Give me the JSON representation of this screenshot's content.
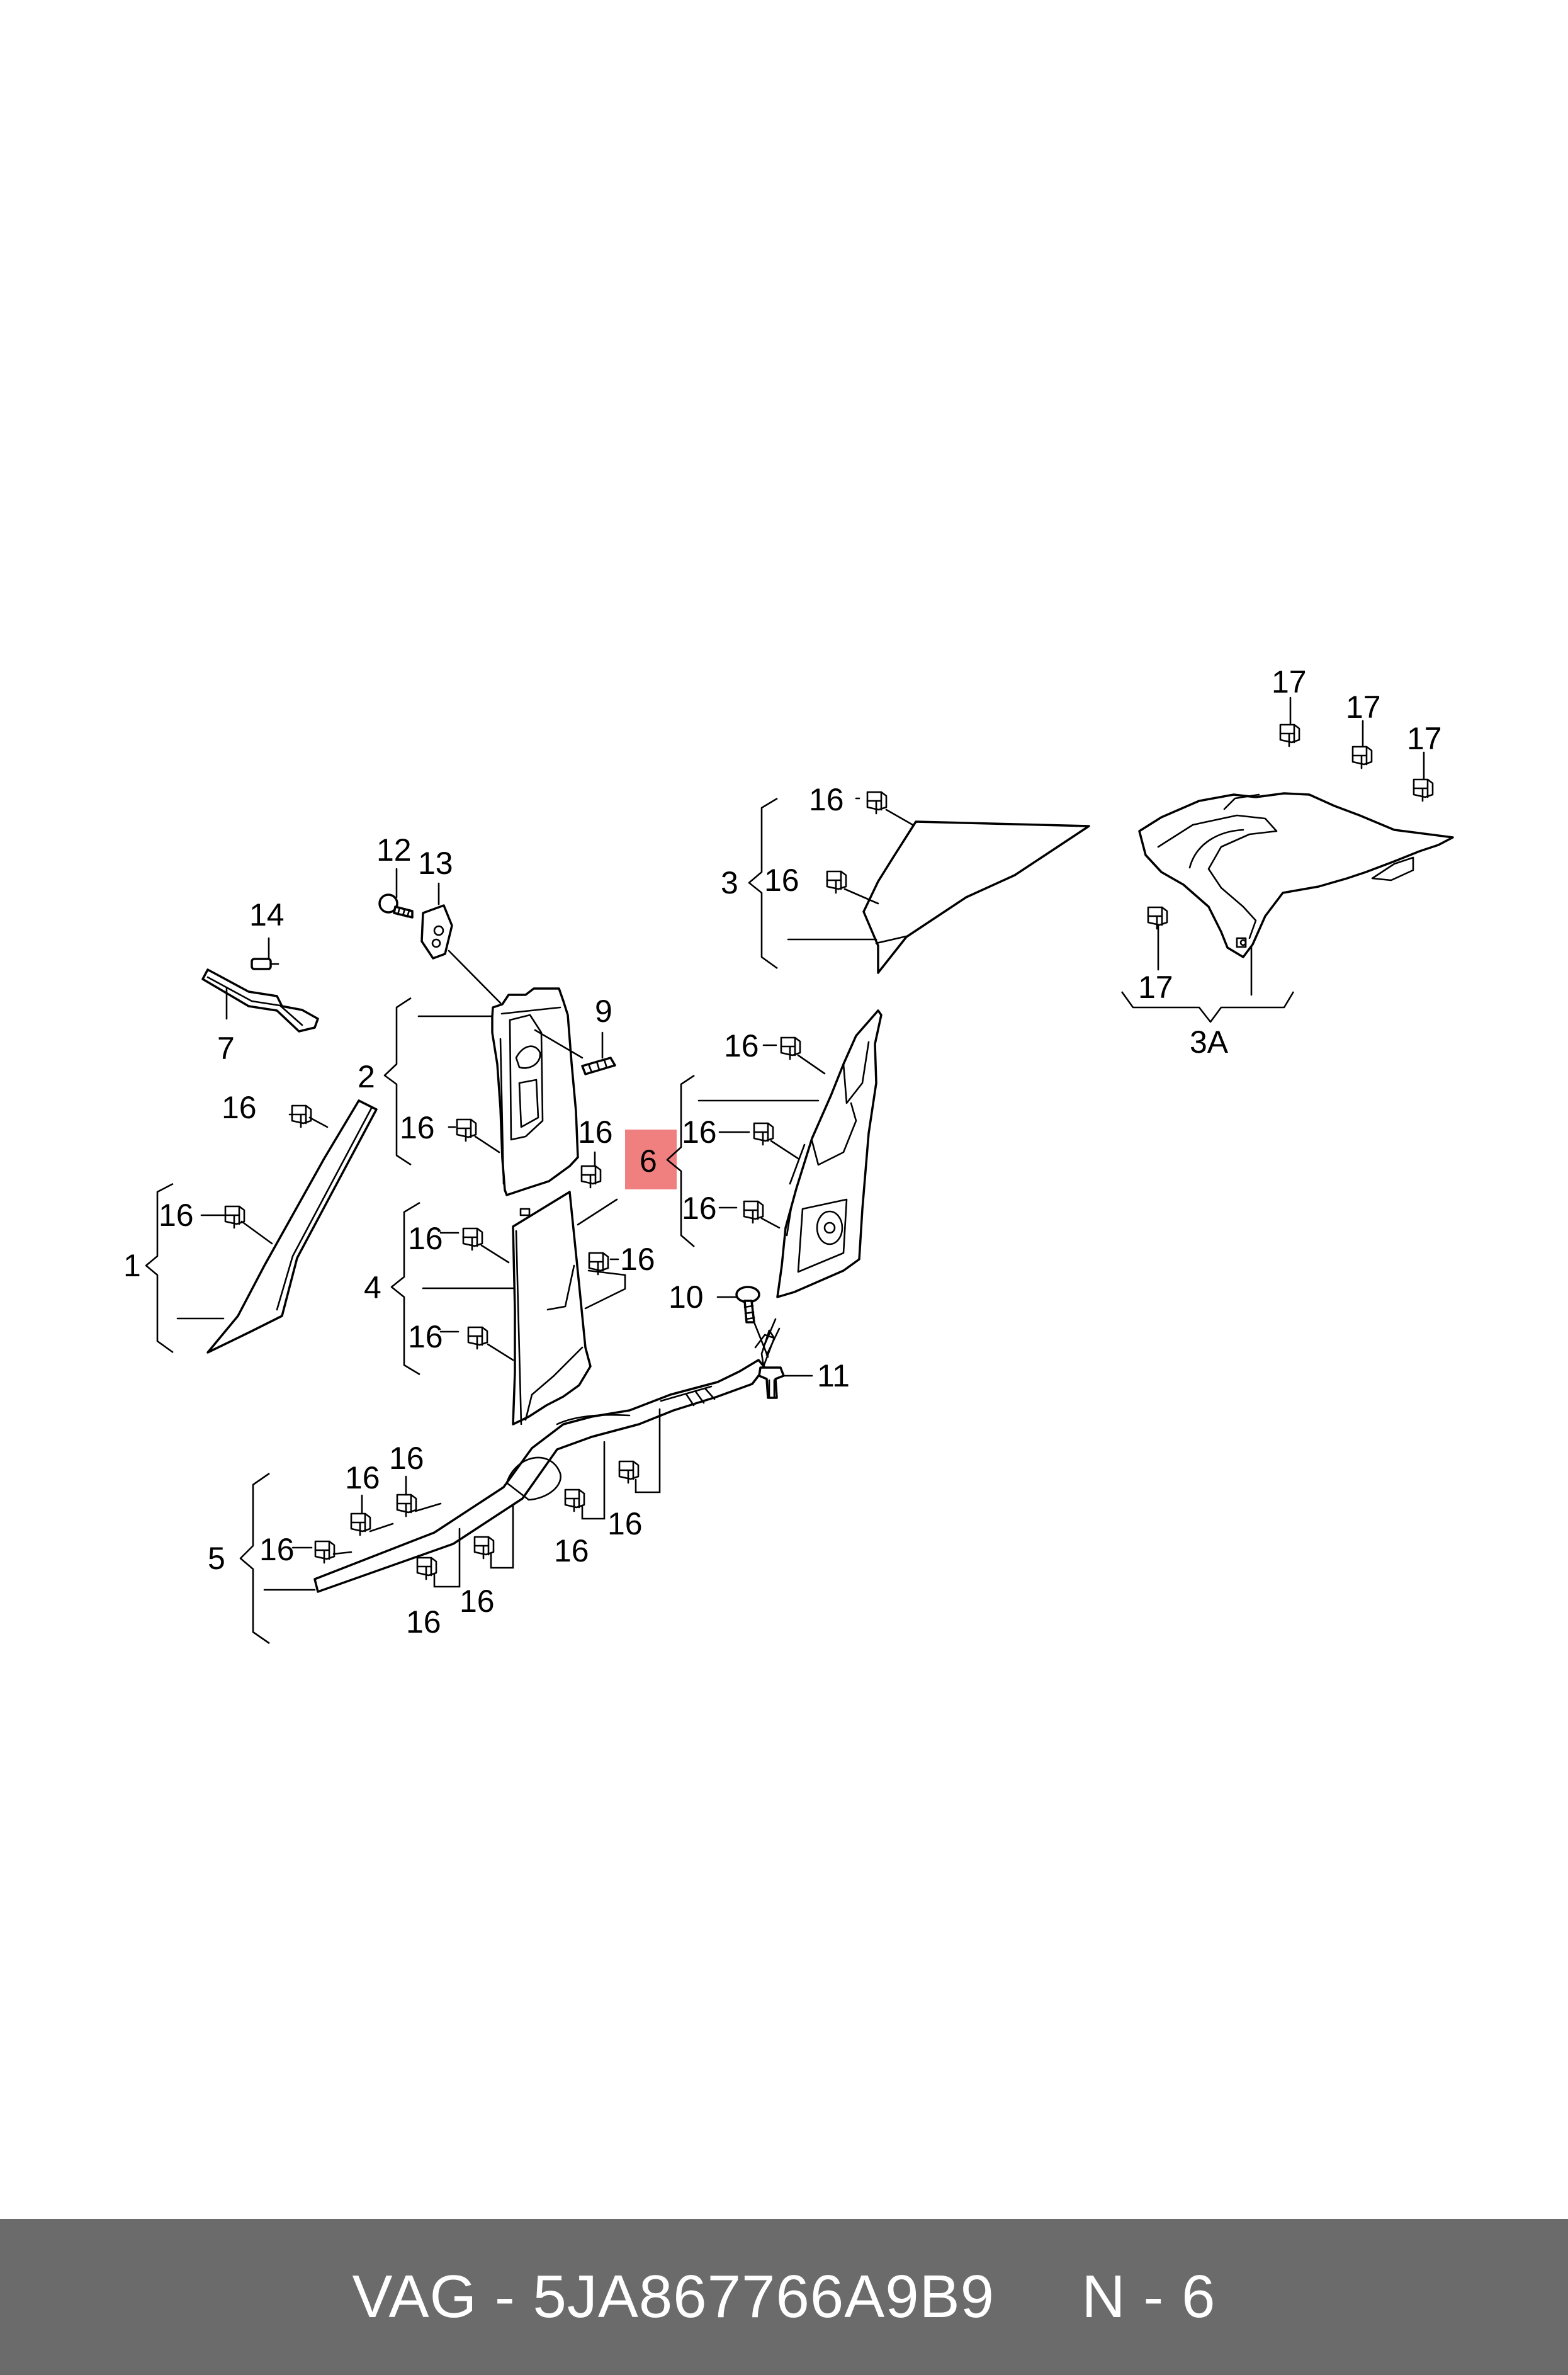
{
  "callouts": {
    "c1": "1",
    "c2": "2",
    "c3": "3",
    "c3a": "3A",
    "c4": "4",
    "c5": "5",
    "c6": "6",
    "c7": "7",
    "c9": "9",
    "c10": "10",
    "c11": "11",
    "c12": "12",
    "c13": "13",
    "c14": "14",
    "c16": "16",
    "c17": "17"
  },
  "highlight": {
    "color": "#f08080",
    "callout": "6"
  },
  "footer": {
    "text": "VAG - 5JA867766A9B9     N - 6",
    "background": "#6b6b6b",
    "text_color": "#ffffff"
  }
}
